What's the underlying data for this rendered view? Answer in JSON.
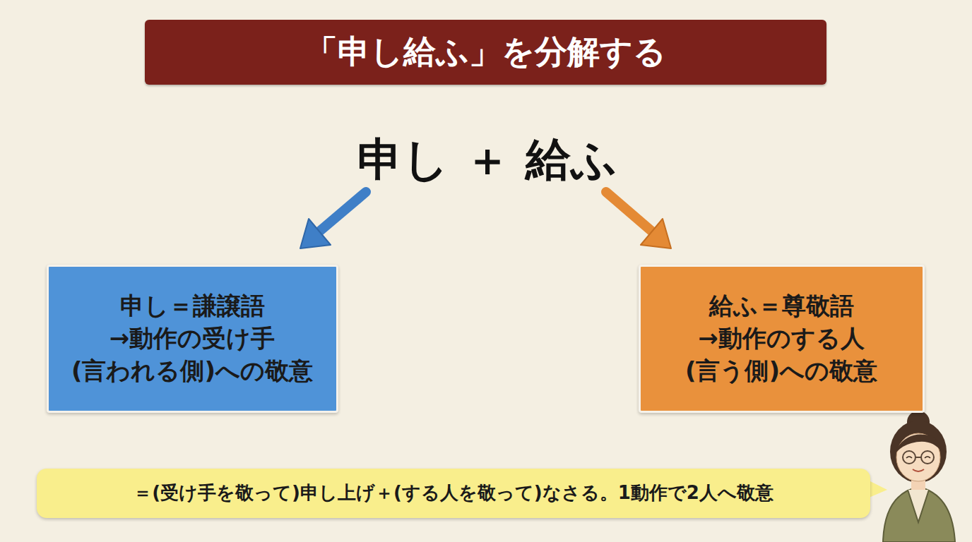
{
  "diagram": {
    "title": "「申し給ふ」を分解する",
    "nodes": [
      {
        "text": [
          "申し＝謙譲語",
          "→動作の受け手 (言われる側)への敬意"
        ]
      },
      {
        "text": [
          "給ふ＝尊敬語",
          "→動作のする人 (言う側)への敬意"
        ]
      },
      {
        "text": [
          "＝(受け手を敬って)申し上げ＋(する人を敬って)なさる。1動作で2人へ敬意"
        ]
      }
    ],
    "labels": [
      "申し ＋ 給ふ"
    ]
  }
}
